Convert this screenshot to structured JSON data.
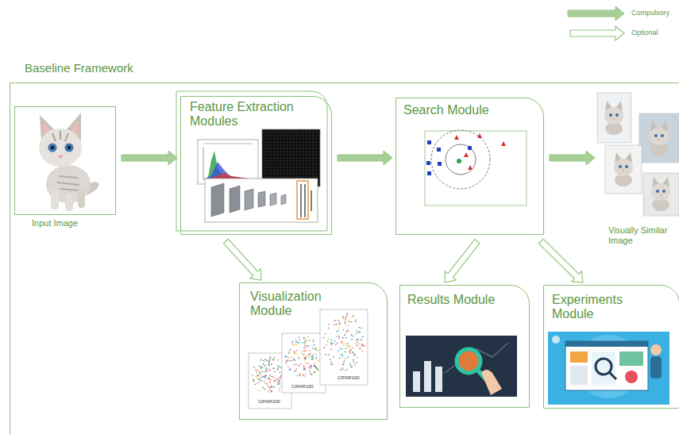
{
  "diagram": {
    "nodes": [
      {
        "text": [
          "Baseline Framework"
        ]
      },
      {
        "text": [
          "Input Image"
        ],
        "in": 0
      },
      {
        "text": [
          "Feature Extraction Modules"
        ],
        "in": 0
      },
      {
        "text": [
          "Search Module"
        ],
        "in": 0
      },
      {
        "text": [
          "Visually Similar Image"
        ],
        "in": 0
      },
      {
        "text": [
          "Visualization Module"
        ],
        "in": 0
      },
      {
        "text": [
          "Results Module"
        ],
        "in": 0
      },
      {
        "text": [
          "Experiments Module"
        ],
        "in": 0
      }
    ],
    "edges": [
      {
        "from": 1,
        "to": 2,
        "arrow": "to"
      },
      {
        "from": 2,
        "to": 3,
        "arrow": "to"
      },
      {
        "from": 3,
        "to": 4,
        "arrow": "to"
      },
      {
        "from": 2,
        "to": 5,
        "arrow": "to"
      },
      {
        "from": 3,
        "to": 6,
        "arrow": "to"
      },
      {
        "from": 3,
        "to": 7,
        "arrow": "to"
      }
    ],
    "labels": [
      "CIFAR100",
      "CIFAR100",
      "CIFAR100"
    ],
    "legend": [
      {
        "text": "Compulsory"
      },
      {
        "text": "Optional"
      }
    ]
  }
}
